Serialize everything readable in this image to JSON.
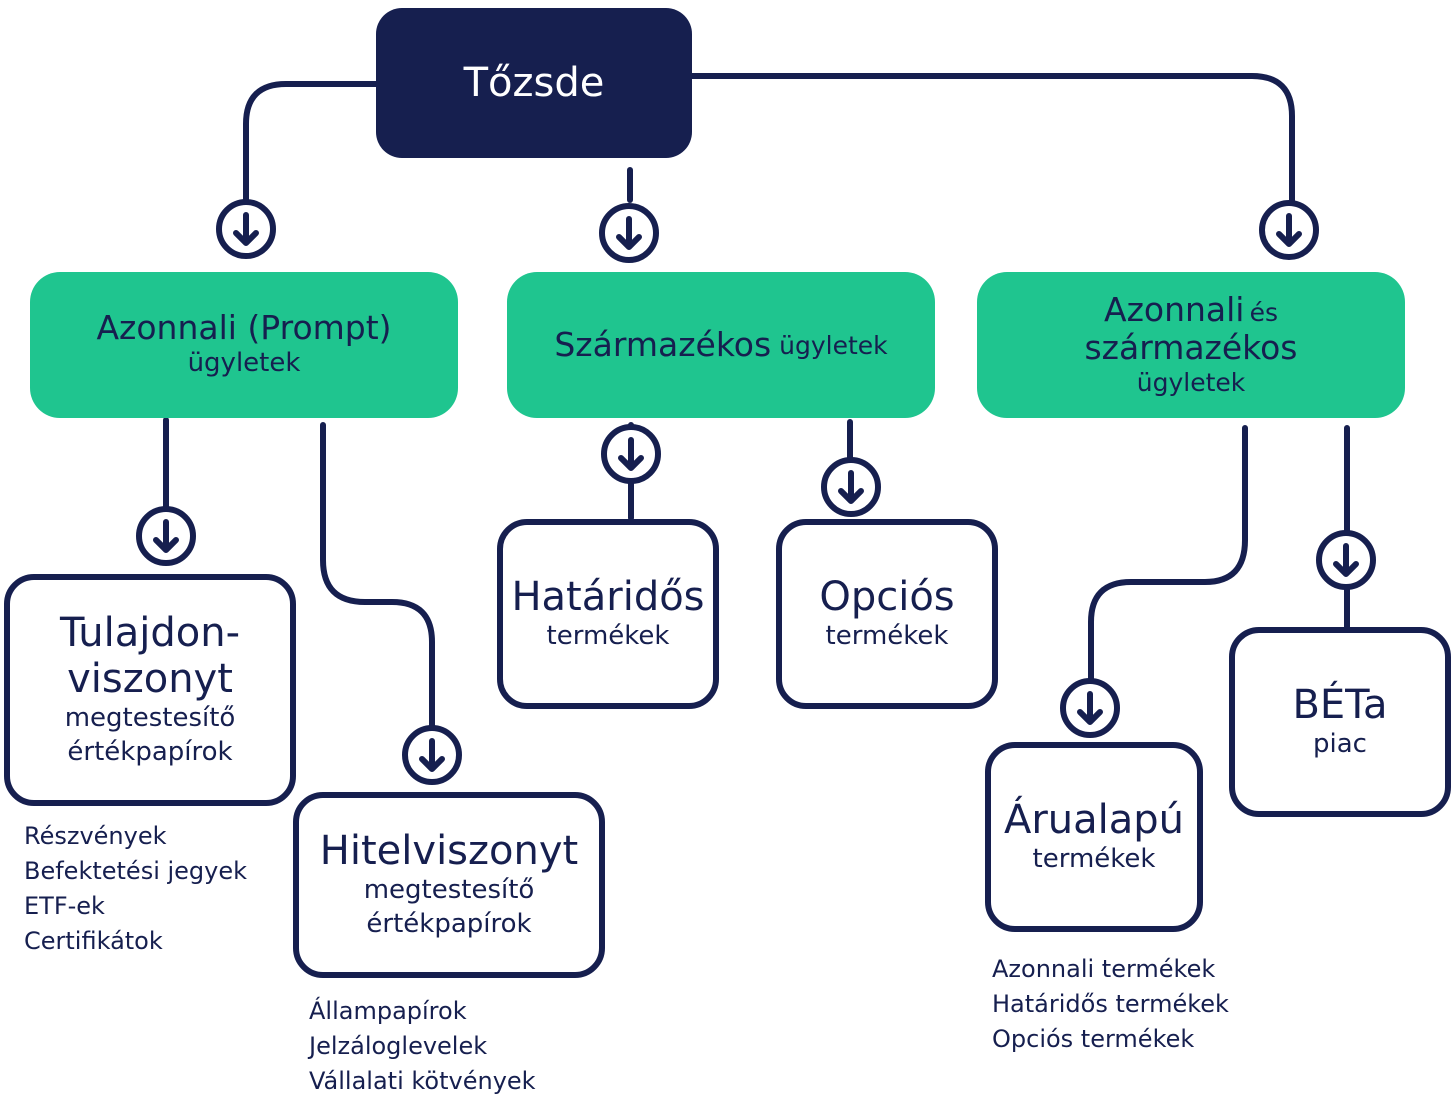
{
  "root": {
    "label": "Tőzsde"
  },
  "categories": {
    "spot": {
      "title": "Azonnali (Prompt)",
      "subtitle": "ügyletek"
    },
    "derivative": {
      "title": "Származékos",
      "subtitle": "ügyletek"
    },
    "both": {
      "title_a": "Azonnali",
      "title_and": "és",
      "title_b": "származékos",
      "subtitle": "ügyletek"
    }
  },
  "products": {
    "equity": {
      "title_1": "Tulajdon-",
      "title_2": "viszonyt",
      "subtitle_1": "megtestesítő",
      "subtitle_2": "értékpapírok"
    },
    "debt": {
      "title": "Hitelviszonyt",
      "subtitle_1": "megtestesítő",
      "subtitle_2": "értékpapírok"
    },
    "futures": {
      "title": "Határidős",
      "subtitle": "termékek"
    },
    "options": {
      "title": "Opciós",
      "subtitle": "termékek"
    },
    "commodity": {
      "title": "Árualapú",
      "subtitle": "termékek"
    },
    "beta": {
      "title": "BÉTa",
      "subtitle": "piac"
    }
  },
  "lists": {
    "equity_items": [
      "Részvények",
      "Befektetési jegyek",
      "ETF-ek",
      "Certifikátok"
    ],
    "debt_items": [
      "Állampapírok",
      "Jelzáloglevelek",
      "Vállalati kötvények"
    ],
    "commodity_items": [
      "Azonnali termékek",
      "Határidős termékek",
      "Opciós termékek"
    ]
  },
  "colors": {
    "navy": "#161f4f",
    "green": "#1fc58f",
    "white": "#ffffff"
  },
  "icons": {
    "connector": "arrow-down-circle-icon"
  }
}
